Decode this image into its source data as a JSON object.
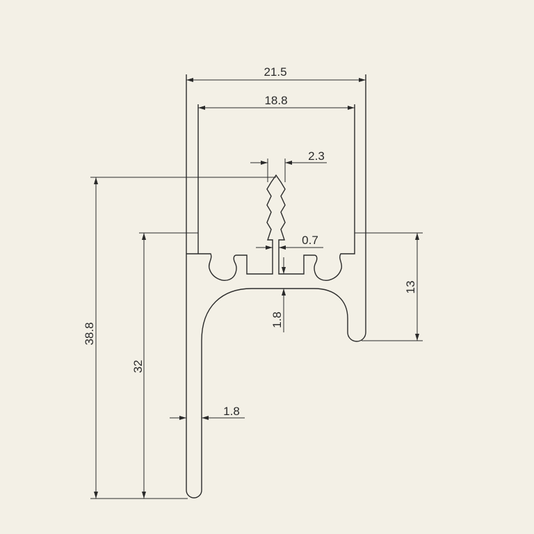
{
  "drawing": {
    "dimensions": {
      "overall_width": "21.5",
      "inner_width": "18.8",
      "slot_width": "2.3",
      "stem_width": "0.7",
      "overall_height": "38.8",
      "leg_height": "32",
      "right_lip_height": "13",
      "bridge_thickness": "1.8",
      "wall_thickness": "1.8"
    },
    "colors": {
      "background": "#f3f0e6",
      "line": "#2a2a2a"
    }
  }
}
